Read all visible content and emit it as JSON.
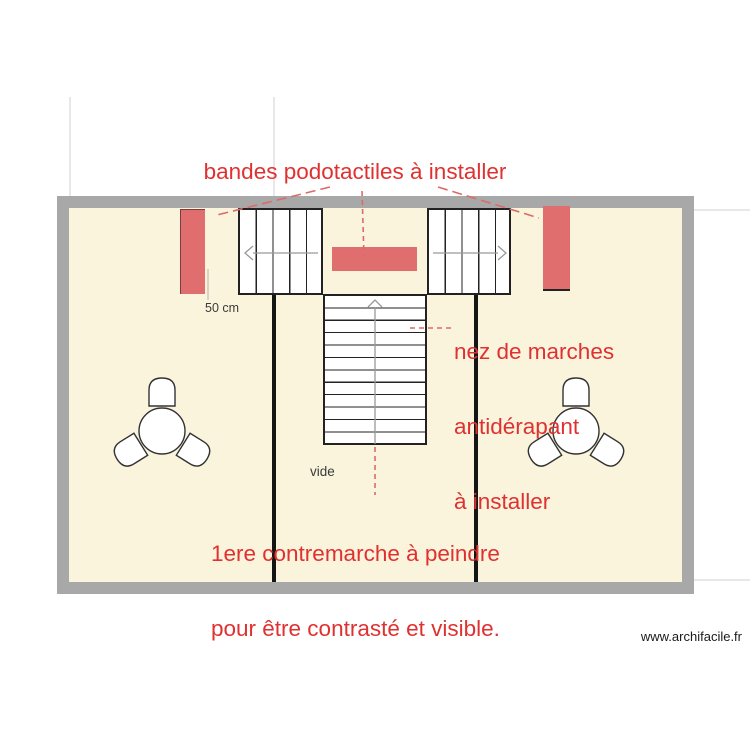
{
  "plan": {
    "annotations": {
      "top_note": "bandes podotactiles à installer",
      "right_note": {
        "line1": "nez de marches",
        "line2": "antidérapant",
        "line3": "à installer"
      },
      "bottom_note": {
        "line1": "1ere contremarche à peindre",
        "line2": "pour être contrasté et visible."
      },
      "dimension_label": "50 cm",
      "void_label": "vide"
    },
    "objects": {
      "podotactile_bands_count": 3,
      "stair_flights_count": 3,
      "tables_with_chairs_count": 2
    },
    "colors": {
      "floor": "#faf4dd",
      "exterior_wall": "#a8a8a8",
      "interior_wall": "#151515",
      "podotactile_band": "#e06e6e",
      "annotation_text": "#e03131",
      "leader_line": "#dc6a6a",
      "stair_arrow": "#999999",
      "guide_line": "#d0d0d0"
    }
  },
  "footer": {
    "watermark": "www.archifacile.fr"
  }
}
